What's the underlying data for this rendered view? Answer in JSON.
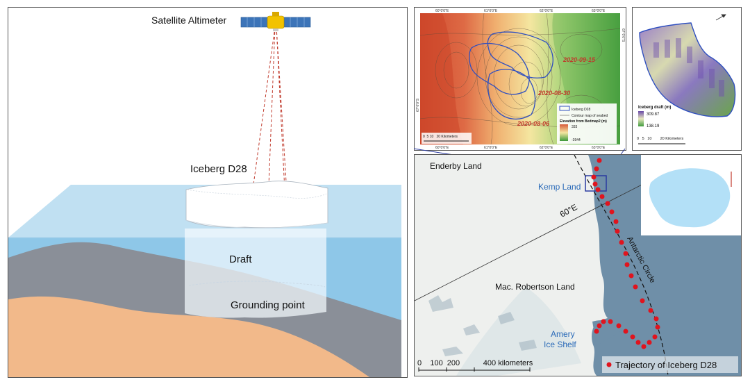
{
  "schematic": {
    "satellite_label": "Satellite Altimeter",
    "iceberg_label": "Iceberg D28",
    "draft_label": "Draft",
    "grounding_label": "Grounding point"
  },
  "elevation_map": {
    "lon_ticks_top": [
      "60°0'0\"E",
      "61°0'0\"E",
      "62°0'0\"E",
      "63°0'0\"E"
    ],
    "lon_ticks_bottom": [
      "60°0'0\"E",
      "61°0'0\"E",
      "62°0'0\"E",
      "63°0'0\"E"
    ],
    "lat_tick_right": "67°0'0\"S",
    "lat_tick_left": "67°0'0\"S",
    "dates": [
      "2020-09-15",
      "2020-08-30",
      "2020-08-06"
    ],
    "legend": {
      "outline_label": "Iceberg D28",
      "contour_label": "Contour map of seabed",
      "elevation_title": "Elevation from Bedmap2 (m)",
      "elev_high": "333",
      "elev_low": "-3944",
      "colors": {
        "high": "#d85a3a",
        "low": "#3d9a3a"
      }
    },
    "scale_label": "0  5 10   20 Kilometers"
  },
  "draft_map": {
    "legend_title": "Iceberg draft (m)",
    "max_value": "309.87",
    "min_value": "138.19",
    "scale_label": "0   5   10        20 Kilometers"
  },
  "antarctic_map": {
    "enderby_label": "Enderby Land",
    "kemp_label": "Kemp Land",
    "meridian_label": "60°E",
    "circle_label": "Antarctic Circle",
    "macrobertson_label": "Mac. Robertson Land",
    "amery_line1": "Amery",
    "amery_line2": "Ice Shelf",
    "scale_label": "0    100  200           400 kilometers",
    "trajectory_label": "Trajectory of Iceberg D28",
    "trajectory_color": "#e0141e"
  }
}
